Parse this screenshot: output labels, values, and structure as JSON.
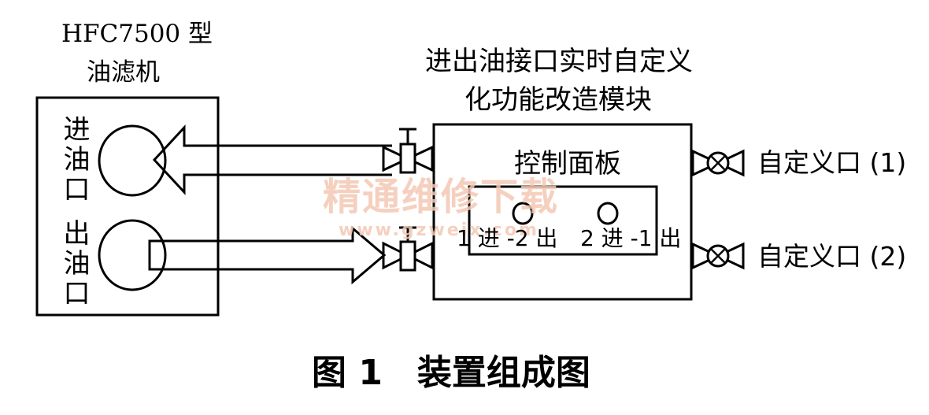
{
  "filter_machine": {
    "title_line1": "HFC7500 型",
    "title_line2": "油滤机",
    "inlet_label": "进油口",
    "outlet_label": "出油口"
  },
  "module": {
    "title_line1": "进出油接口实时自定义",
    "title_line2": "化功能改造模块",
    "panel_title": "控制面板",
    "left_label": "1 进 -2 出",
    "right_label": "2 进 -1 出"
  },
  "ports": {
    "port1_label": "自定义口 (1)",
    "port2_label": "自定义口 (2)"
  },
  "caption": "图 1　装置组成图",
  "watermark": {
    "cn": "精通维修下载",
    "url": "www.gzweix.com"
  }
}
